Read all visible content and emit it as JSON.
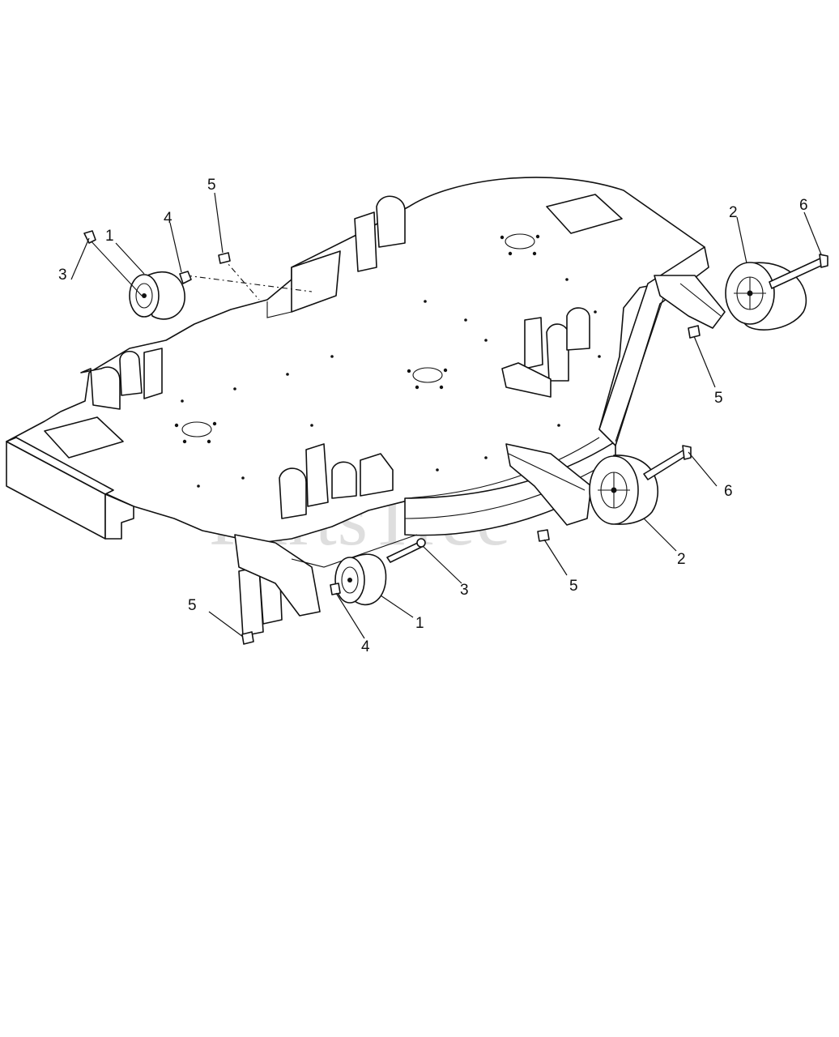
{
  "watermark": "PartsTree",
  "callouts": [
    {
      "id": "c1a",
      "label": "1"
    },
    {
      "id": "c1b",
      "label": "1"
    },
    {
      "id": "c2a",
      "label": "2"
    },
    {
      "id": "c2b",
      "label": "2"
    },
    {
      "id": "c3a",
      "label": "3"
    },
    {
      "id": "c3b",
      "label": "3"
    },
    {
      "id": "c4a",
      "label": "4"
    },
    {
      "id": "c4b",
      "label": "4"
    },
    {
      "id": "c5a",
      "label": "5"
    },
    {
      "id": "c5b",
      "label": "5"
    },
    {
      "id": "c5c",
      "label": "5"
    },
    {
      "id": "c5d",
      "label": "5"
    },
    {
      "id": "c6a",
      "label": "6"
    },
    {
      "id": "c6b",
      "label": "6"
    }
  ]
}
